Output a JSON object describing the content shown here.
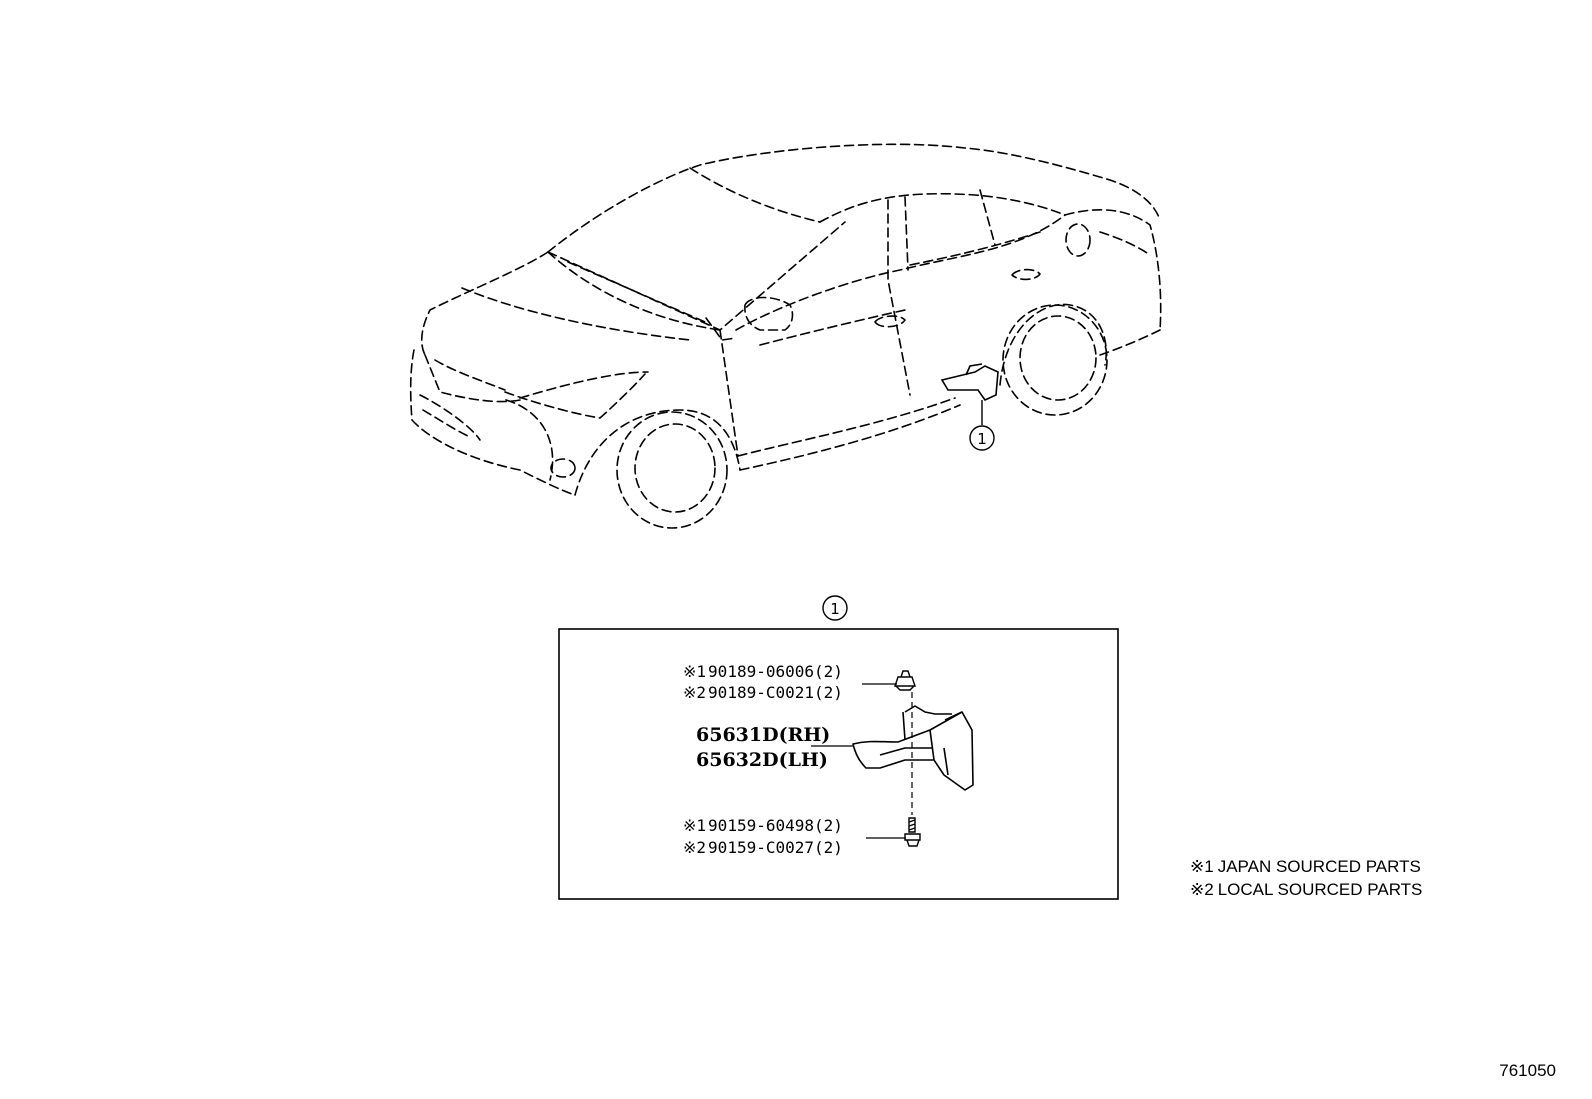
{
  "diagram": {
    "callout_number": "1",
    "detail_callout_number": "1",
    "parts": {
      "clip": [
        {
          "marker": "※1",
          "text": "90189-06006(2)"
        },
        {
          "marker": "※2",
          "text": "90189-C0021(2)"
        }
      ],
      "guard": [
        {
          "text": "65631D(RH)"
        },
        {
          "text": "65632D(LH)"
        }
      ],
      "screw": [
        {
          "marker": "※1",
          "text": "90159-60498(2)"
        },
        {
          "marker": "※2",
          "text": "90159-C0027(2)"
        }
      ]
    },
    "legend": [
      {
        "marker": "※1",
        "text": "JAPAN SOURCED PARTS"
      },
      {
        "marker": "※2",
        "text": "LOCAL SOURCED PARTS"
      }
    ],
    "illustration_number": "761050"
  }
}
